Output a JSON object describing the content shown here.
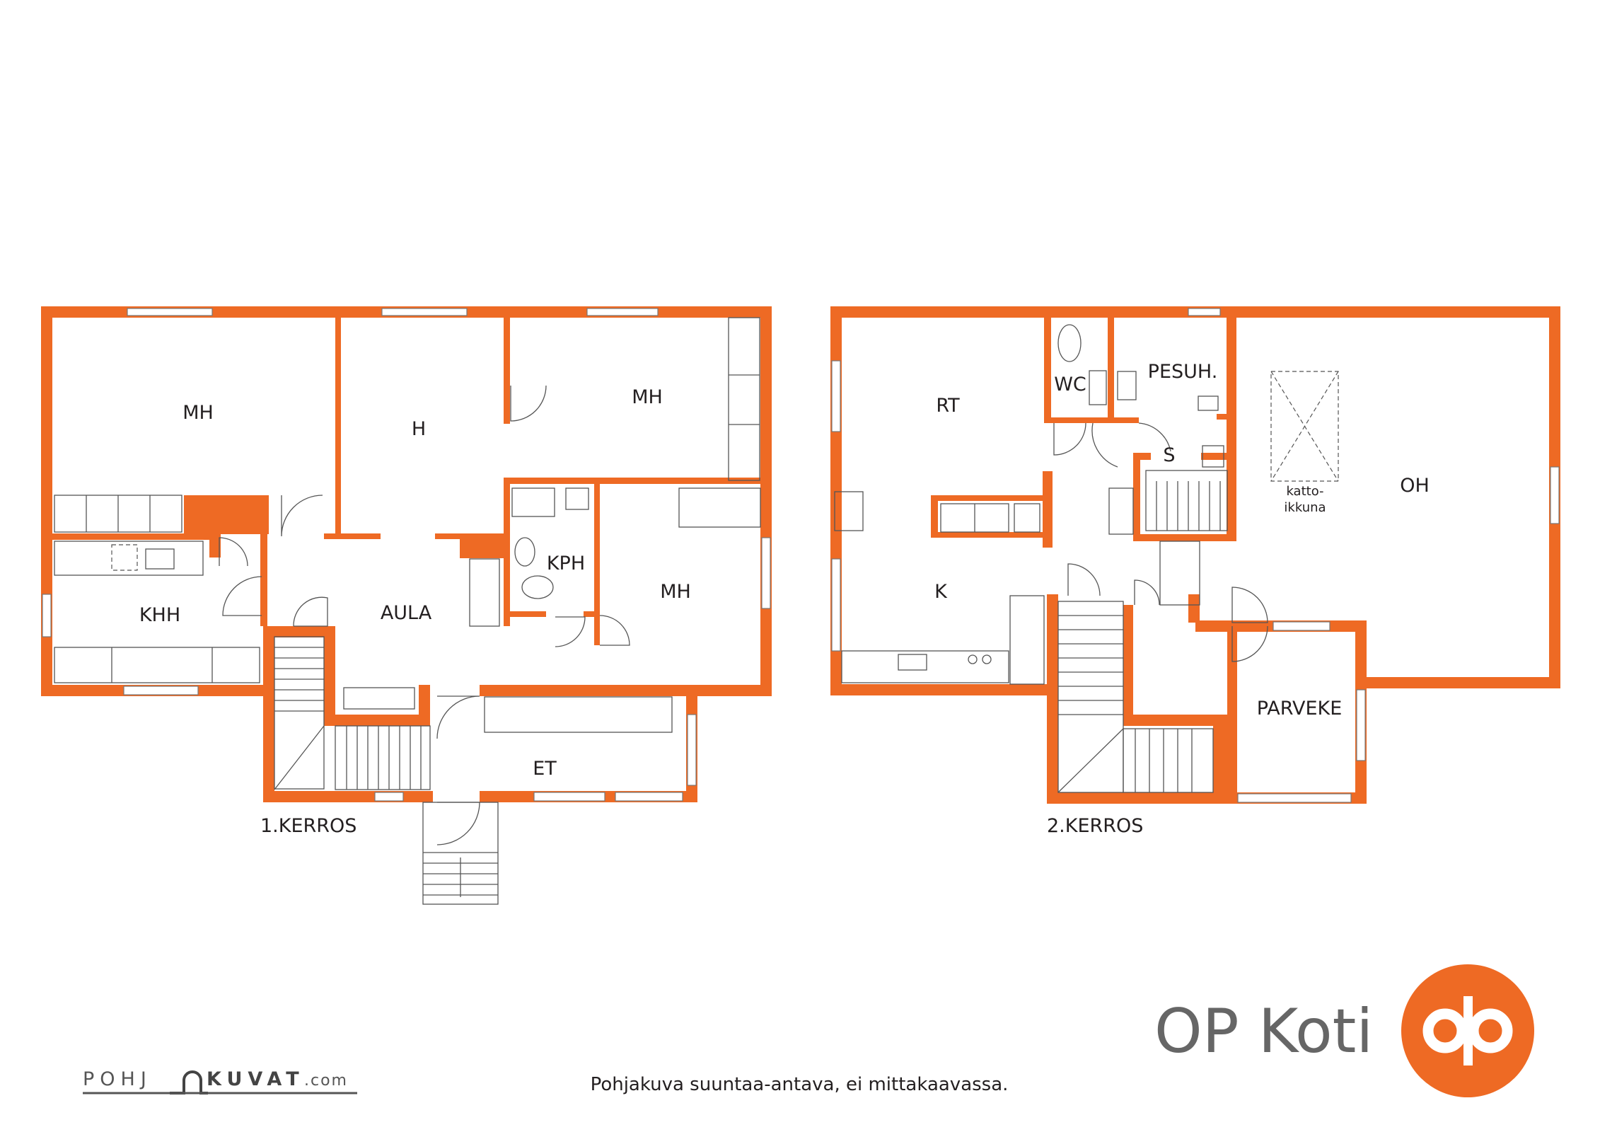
{
  "floor1": {
    "label": "1.KERROS",
    "rooms": {
      "mh_left": "MH",
      "h": "H",
      "mh_top": "MH",
      "khh": "KHH",
      "aula": "AULA",
      "kph": "KPH",
      "mh_right": "MH",
      "et": "ET"
    }
  },
  "floor2": {
    "label": "2.KERROS",
    "rooms": {
      "rt": "RT",
      "wc": "WC",
      "pesuh": "PESUH.",
      "s": "S",
      "oh": "OH",
      "k": "K",
      "parveke": "PARVEKE"
    },
    "skylight_line1": "katto-",
    "skylight_line2": "ikkuna"
  },
  "footer": {
    "disclaimer": "Pohjakuva suuntaa-antava, ei mittakaavassa.",
    "watermark_pohj": "POHJ",
    "watermark_kuvat": "KUVAT",
    "watermark_com": ".com"
  },
  "brand": {
    "name": "OP Koti",
    "logo": "op-logo-icon",
    "color": "#ee6a24"
  }
}
